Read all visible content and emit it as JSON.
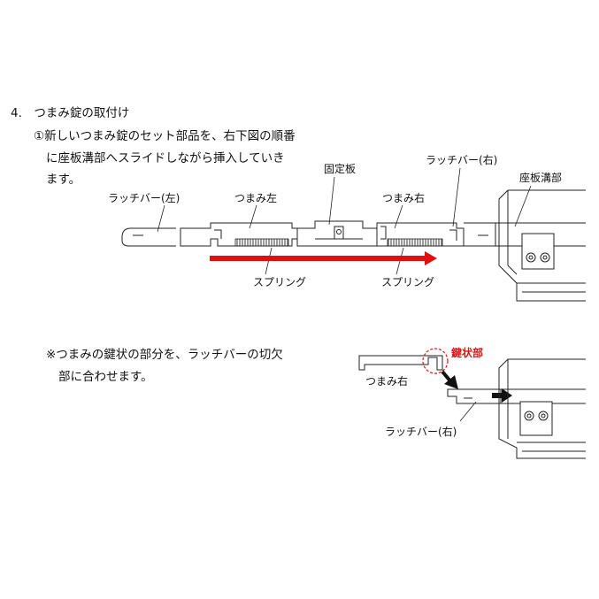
{
  "heading": "4.　つまみ錠の取付け",
  "instruction": {
    "line1": "①新しいつまみ錠のセット部品を、右下図の順番",
    "line2": "に座板溝部へスライドしながら挿入していき",
    "line3": "ます。"
  },
  "note": {
    "line1": "※つまみの鍵状の部分を、ラッチバーの切欠",
    "line2": "部に合わせます。"
  },
  "labels": {
    "latch_left": "ラッチバー(左)",
    "knob_left": "つまみ左",
    "fixed_plate": "固定板",
    "knob_right": "つまみ右",
    "latch_right": "ラッチバー(右)",
    "seat_groove": "座板溝部",
    "spring_left": "スプリング",
    "spring_right": "スプリング",
    "key_part": "鍵状部",
    "knob_right_detail": "つまみ右",
    "latch_right_detail": "ラッチバー(右)"
  },
  "colors": {
    "arrow": "#e01010",
    "key_highlight": "#d81818",
    "line": "#222222",
    "frame_fill": "#f4f4f4"
  }
}
